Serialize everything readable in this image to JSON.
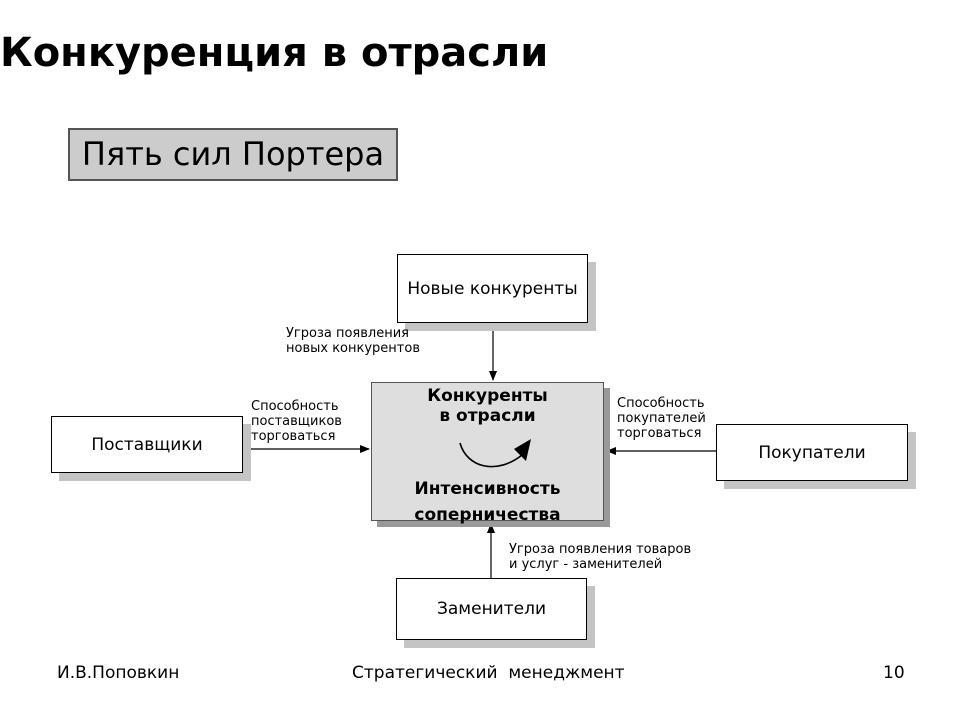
{
  "slide": {
    "title": "Конкуренция в отрасли",
    "subtitle": "Пять сил Портера"
  },
  "diagram": {
    "new_competitors": "Новые конкуренты",
    "suppliers": "Поставщики",
    "buyers": "Покупатели",
    "substitutes": "Заменители",
    "center_line1": "Конкуренты",
    "center_line2": "в отрасли",
    "center_line3": "Интенсивность",
    "center_line4": "соперничества",
    "label_new_line1": "Угроза появления",
    "label_new_line2": "новых конкурентов",
    "label_suppliers_line1": "Способность",
    "label_suppliers_line2": "поставщиков",
    "label_suppliers_line3": "торговаться",
    "label_buyers_line1": "Способность",
    "label_buyers_line2": "покупателей",
    "label_buyers_line3": "торговаться",
    "label_subst_line1": "Угроза появления товаров",
    "label_subst_line2": "и услуг - заменителей"
  },
  "footer": {
    "author": "И.В.Поповкин",
    "course": "Стратегический  менеджмент",
    "page": "10"
  }
}
